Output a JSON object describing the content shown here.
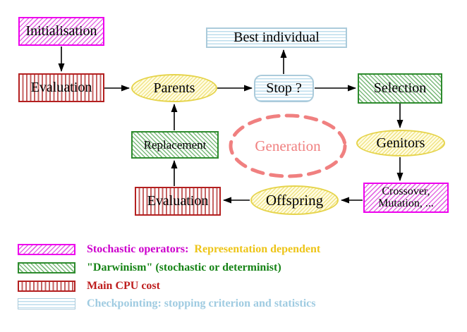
{
  "diagram": {
    "nodes": {
      "initialisation": {
        "label": "Initialisation"
      },
      "evaluation_top": {
        "label": "Evaluation"
      },
      "parents": {
        "label": "Parents"
      },
      "best_individual": {
        "label": "Best individual"
      },
      "stop": {
        "label": "Stop ?"
      },
      "selection": {
        "label": "Selection"
      },
      "replacement": {
        "label": "Replacement"
      },
      "generation": {
        "label": "Generation"
      },
      "genitors": {
        "label": "Genitors"
      },
      "evaluation_bottom": {
        "label": "Evaluation"
      },
      "offspring": {
        "label": "Offspring"
      },
      "crossover": {
        "line1": "Crossover,",
        "line2": "Mutation, ..."
      }
    },
    "flows": [
      "initialisation->evaluation",
      "evaluation->parents",
      "parents->stop",
      "stop->best_individual",
      "stop->selection",
      "selection->genitors",
      "genitors->crossover",
      "crossover->offspring",
      "offspring->evaluation",
      "evaluation->replacement",
      "replacement->parents"
    ]
  },
  "legend": {
    "rows": [
      {
        "label": "Stochastic operators:",
        "label2": "Representation dependent"
      },
      {
        "label": "\"Darwinism\" (stochastic or determinist)",
        "label2": ""
      },
      {
        "label": "Main CPU cost",
        "label2": ""
      },
      {
        "label": "Checkpointing: stopping criterion and statistics",
        "label2": ""
      }
    ]
  },
  "colors": {
    "magenta_border": "#ee00ee",
    "magenta_hatch": "#e36ce3",
    "green_border": "#2d8b2d",
    "green_hatch": "#7cba7c",
    "red_border": "#b42020",
    "red_stripe": "#c46262",
    "cyan_border": "#abcbdb",
    "cyan_stripe": "#bcdcec",
    "yellow_border": "#e6d44c",
    "yellow_fill": "#fffce2",
    "salmon": "#f08080",
    "legend_magenta_text": "#cc00cc",
    "legend_gold_text": "#edc417",
    "legend_green_text": "#168316",
    "legend_red_text": "#be1e1e",
    "legend_blue_text": "#9fcbe1",
    "arrow": "#000000"
  }
}
